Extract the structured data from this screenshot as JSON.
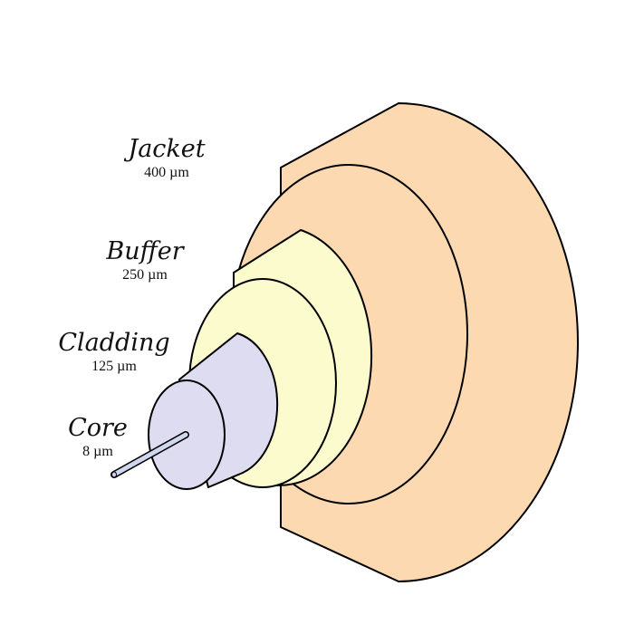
{
  "layers": [
    {
      "key": "jacket",
      "name": "Jacket",
      "size": "400 µm",
      "color": "#fcd9b0"
    },
    {
      "key": "buffer",
      "name": "Buffer",
      "size": "250 µm",
      "color": "#fcfbcd"
    },
    {
      "key": "cladding",
      "name": "Cladding",
      "size": "125 µm",
      "color": "#dedcf1"
    },
    {
      "key": "core",
      "name": "Core",
      "size": "8 µm",
      "color": "#cfd8ef"
    }
  ],
  "outline_color": "#000000"
}
